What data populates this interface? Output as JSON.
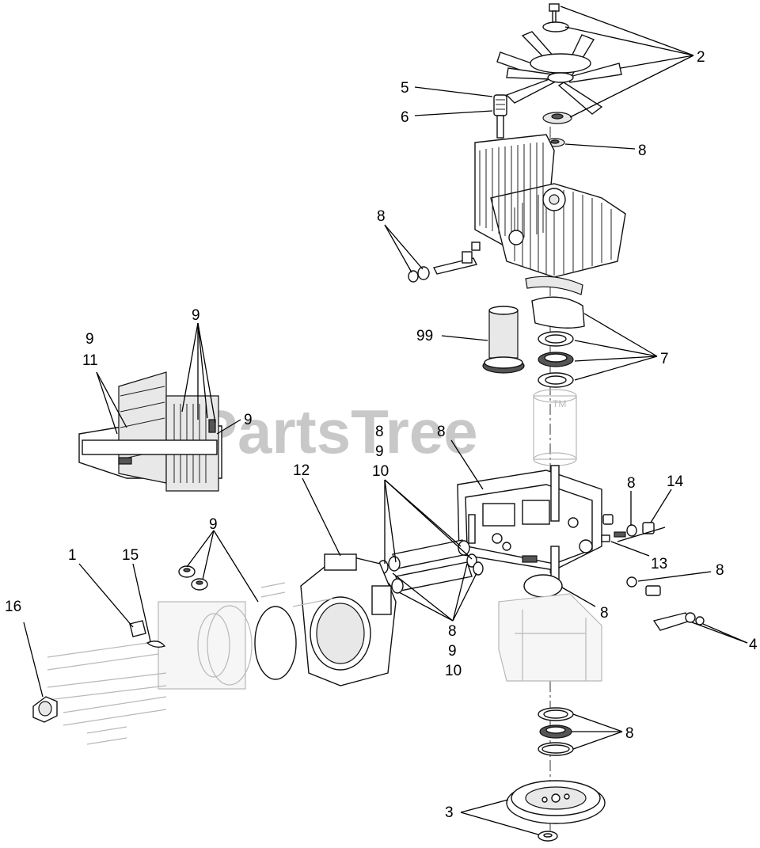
{
  "watermark": {
    "text": "PartsTree",
    "mark": "TM"
  },
  "callouts": {
    "c2": "2",
    "c5": "5",
    "c6": "6",
    "c8_top": "8",
    "c8_left": "8",
    "c99": "99",
    "c7": "7",
    "c9_a": "9",
    "c11": "11",
    "c9_b": "9",
    "c9_c": "9",
    "c8_stack_top": "8",
    "c9_stack_top": "9",
    "c10_stack_top": "10",
    "c8_gasket": "8",
    "c12": "12",
    "c14": "14",
    "c8_oring_right": "8",
    "c13": "13",
    "c8_fitting": "8",
    "c9_plugs": "9",
    "c1": "1",
    "c15": "15",
    "c16": "16",
    "c8_oring_bottom": "8",
    "c4": "4",
    "c8_stack_bottom": "8",
    "c9_stack_bottom": "9",
    "c10_stack_bottom": "10",
    "c8_bearing": "8",
    "c3": "3"
  }
}
